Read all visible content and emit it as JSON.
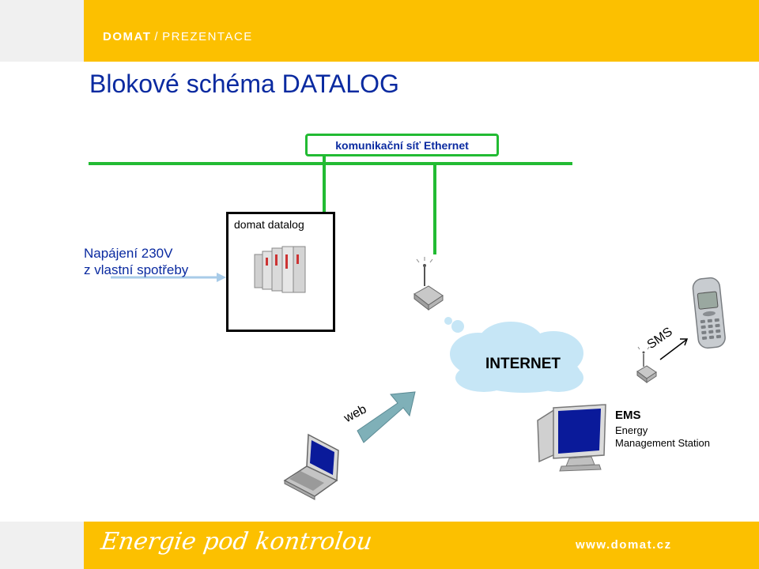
{
  "header": {
    "brand": "DOMAT",
    "separator": "/",
    "section": "PREZENTACE"
  },
  "title": "Blokové schéma DATALOG",
  "diagram": {
    "ethernet_label": "komunikační síť Ethernet",
    "datalog_label": "domat datalog",
    "power_line1": "Napájení 230V",
    "power_line2": "z  vlastní spotřeby",
    "internet_label": "INTERNET",
    "web_label": "web",
    "sms_label": "SMS",
    "ems_title": "EMS",
    "ems_desc": "Energy Management Station"
  },
  "footer": {
    "slogan": "Energie pod kontrolou",
    "website": "www.domat.cz"
  },
  "colors": {
    "brand_yellow": "#fcc000",
    "ethernet_green": "#22bb33",
    "title_blue": "#0a2aa0",
    "cloud_blue": "#c6e6f6",
    "arrow_teal": "#7fb0b8"
  },
  "icons": [
    "plc-module-icon",
    "gsm-modem-icon",
    "mobile-phone-icon",
    "laptop-icon",
    "desktop-pc-icon",
    "cloud-icon"
  ]
}
